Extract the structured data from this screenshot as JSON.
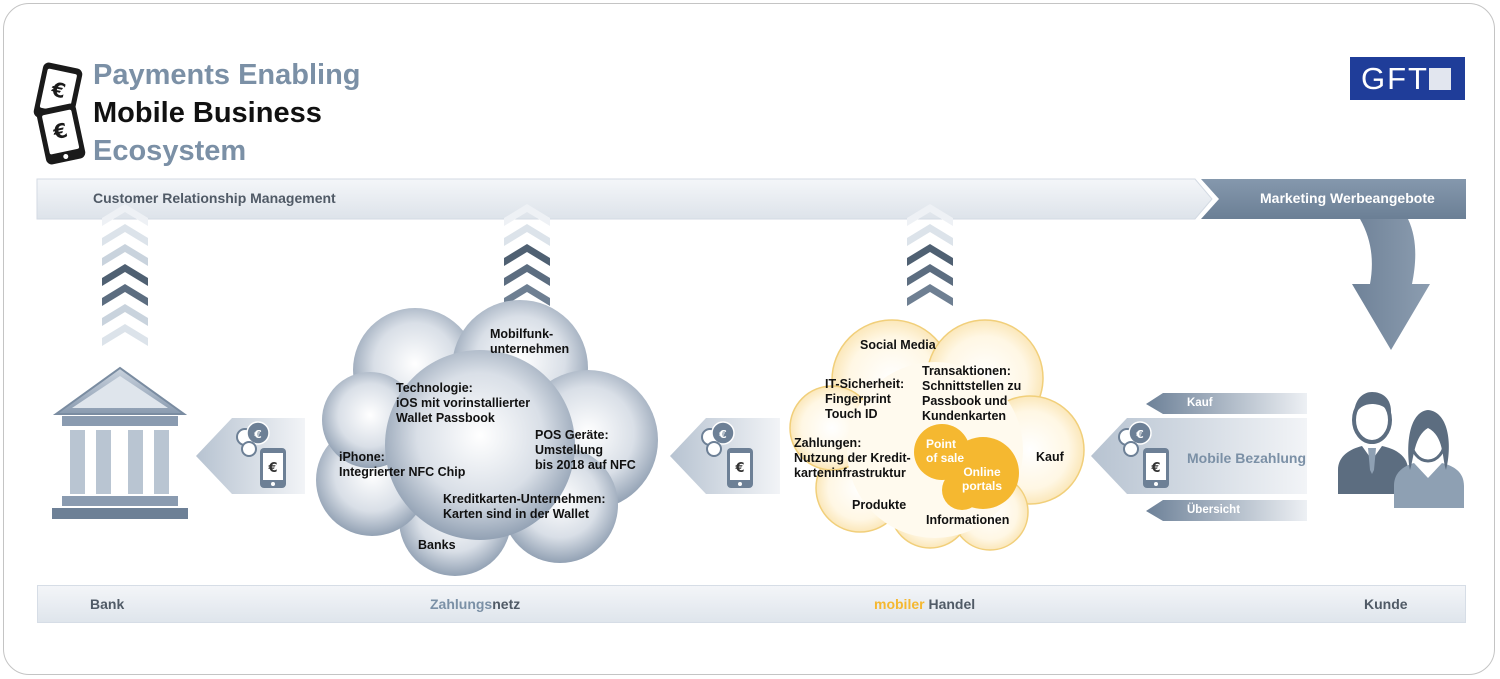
{
  "title": {
    "line1": "Payments Enabling",
    "line2": "Mobile Business",
    "line3": "Ecosystem"
  },
  "logo": {
    "text": "GFT"
  },
  "top_bar": {
    "crm_label": "Customer Relationship Management",
    "marketing_label": "Marketing Werbeangebote"
  },
  "bottom_bar": {
    "bank": "Bank",
    "zahlungsnetz_part1": "Zahlungs",
    "zahlungsnetz_part2": "netz",
    "handel_part1": "mobiler",
    "handel_part2": " Handel",
    "kunde": "Kunde"
  },
  "payment_cloud": {
    "mobilfunk_1": "Mobilfunk-",
    "mobilfunk_2": "unternehmen",
    "technologie_1": "Technologie:",
    "technologie_2": "iOS mit vorinstallierter",
    "technologie_3": "Wallet Passbook",
    "iphone_1": "iPhone:",
    "iphone_2": "Integrierter NFC Chip",
    "pos_1": "POS Geräte:",
    "pos_2": "Umstellung",
    "pos_3": "bis 2018 auf NFC",
    "kredit_1": "Kreditkarten-Unternehmen:",
    "kredit_2": "Karten sind in der Wallet",
    "banks": "Banks"
  },
  "commerce_cloud": {
    "social_media": "Social Media",
    "it_1": "IT-Sicherheit:",
    "it_2": "Fingerprint",
    "it_3": "Touch ID",
    "trans_1": "Transaktionen:",
    "trans_2": "Schnittstellen zu",
    "trans_3": "Passbook und",
    "trans_4": "Kundenkarten",
    "zahl_1": "Zahlungen:",
    "zahl_2": "Nutzung der Kredit-",
    "zahl_3": "karteninfrastruktur",
    "kauf": "Kauf",
    "produkte": "Produkte",
    "informationen": "Informationen",
    "point_of_sale_1": "Point",
    "point_of_sale_2": "of sale",
    "online_1": "Online",
    "online_2": "portals"
  },
  "customer_flows": {
    "kauf": "Kauf",
    "mobile_bezahlung": "Mobile Bezahlung",
    "uebersicht": "Übersicht"
  },
  "icons": {
    "app_logo": "mobile-payment-phones-icon",
    "bank": "bank-building-icon",
    "customer": "customer-people-icon",
    "coins": "euro-coins-icon",
    "phone": "phone-euro-icon",
    "up_chevrons": "chevron-up-stack-icon",
    "down_arrow": "curved-down-arrow-icon"
  },
  "colors": {
    "accent_blue_gray": "#7b90a6",
    "dark_slate": "#5a6a7c",
    "logo_blue": "#1f3d99",
    "cloud_gold": "#f5b830",
    "light_bar": "#e6ebf1"
  }
}
